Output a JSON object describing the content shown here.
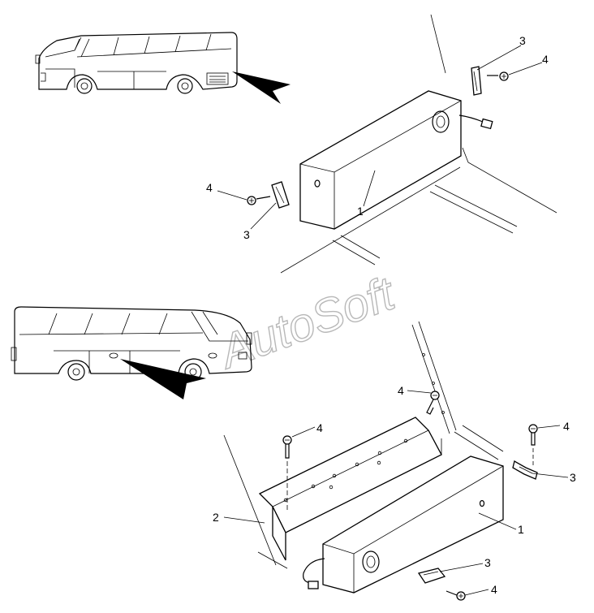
{
  "watermark": "AutoSoft",
  "callouts": {
    "top_screw_right": "4",
    "top_clip_right": "3",
    "top_screw_left": "4",
    "top_clip_left": "3",
    "top_speaker": "1",
    "bot_screw_top": "4",
    "bot_screw_left": "4",
    "bot_screw_right": "4",
    "bot_clip_right": "3",
    "bot_bracket": "2",
    "bot_speaker": "1",
    "bot_clip_bottom": "3",
    "bot_screw_bottom": "4"
  }
}
